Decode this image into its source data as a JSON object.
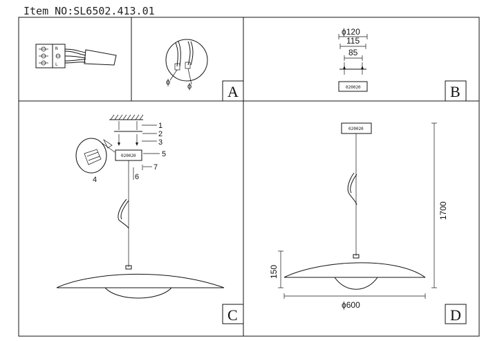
{
  "header": {
    "item_no": "Item NO:SL6502.413.01"
  },
  "panels": {
    "a": {
      "letter": "A"
    },
    "b": {
      "letter": "B",
      "dim_outer": "ϕ120",
      "dim_mid": "115",
      "dim_inner": "85",
      "canopy_code": "020020"
    },
    "c": {
      "letter": "C",
      "callouts": [
        "1",
        "2",
        "3",
        "4",
        "5",
        "6",
        "7"
      ],
      "canopy_code": "020020"
    },
    "d": {
      "letter": "D",
      "height": "1700",
      "shade_height": "150",
      "diameter": "ϕ600",
      "canopy_code": "020020"
    }
  }
}
